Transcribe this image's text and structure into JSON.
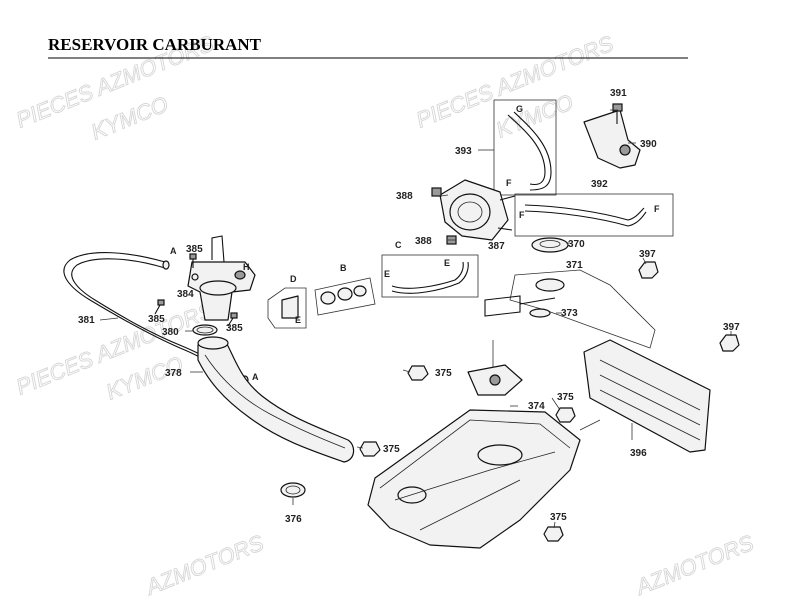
{
  "title": "RESERVOIR CARBURANT",
  "watermarks": [
    "PIECES AZMOTORS",
    "KYMCO",
    "PIECES AZMOTORS",
    "KYMCO",
    "PIECES AZMOTORS",
    "KYMCO",
    "AZMOTORS",
    "AZMOTORS"
  ],
  "parts": {
    "p370": "370",
    "p371": "371",
    "p373": "373",
    "p374": "374",
    "p375a": "375",
    "p375b": "375",
    "p375c": "375",
    "p375d": "375",
    "p376": "376",
    "p378": "378",
    "p380": "380",
    "p381": "381",
    "p384": "384",
    "p385a": "385",
    "p385b": "385",
    "p385c": "385",
    "p387": "387",
    "p388a": "388",
    "p388b": "388",
    "p390": "390",
    "p391": "391",
    "p392": "392",
    "p393": "393",
    "p396": "396",
    "p397a": "397",
    "p397b": "397"
  },
  "letters": {
    "A1": "A",
    "A2": "A",
    "B": "B",
    "C": "C",
    "D": "D",
    "E1": "E",
    "E2": "E",
    "E3": "E",
    "F1": "F",
    "F2": "F",
    "F3": "F",
    "G": "G",
    "H": "H"
  },
  "colors": {
    "line": "#111111",
    "watermark": "#d6d6d6",
    "part_fill": "#f2f2f2"
  }
}
